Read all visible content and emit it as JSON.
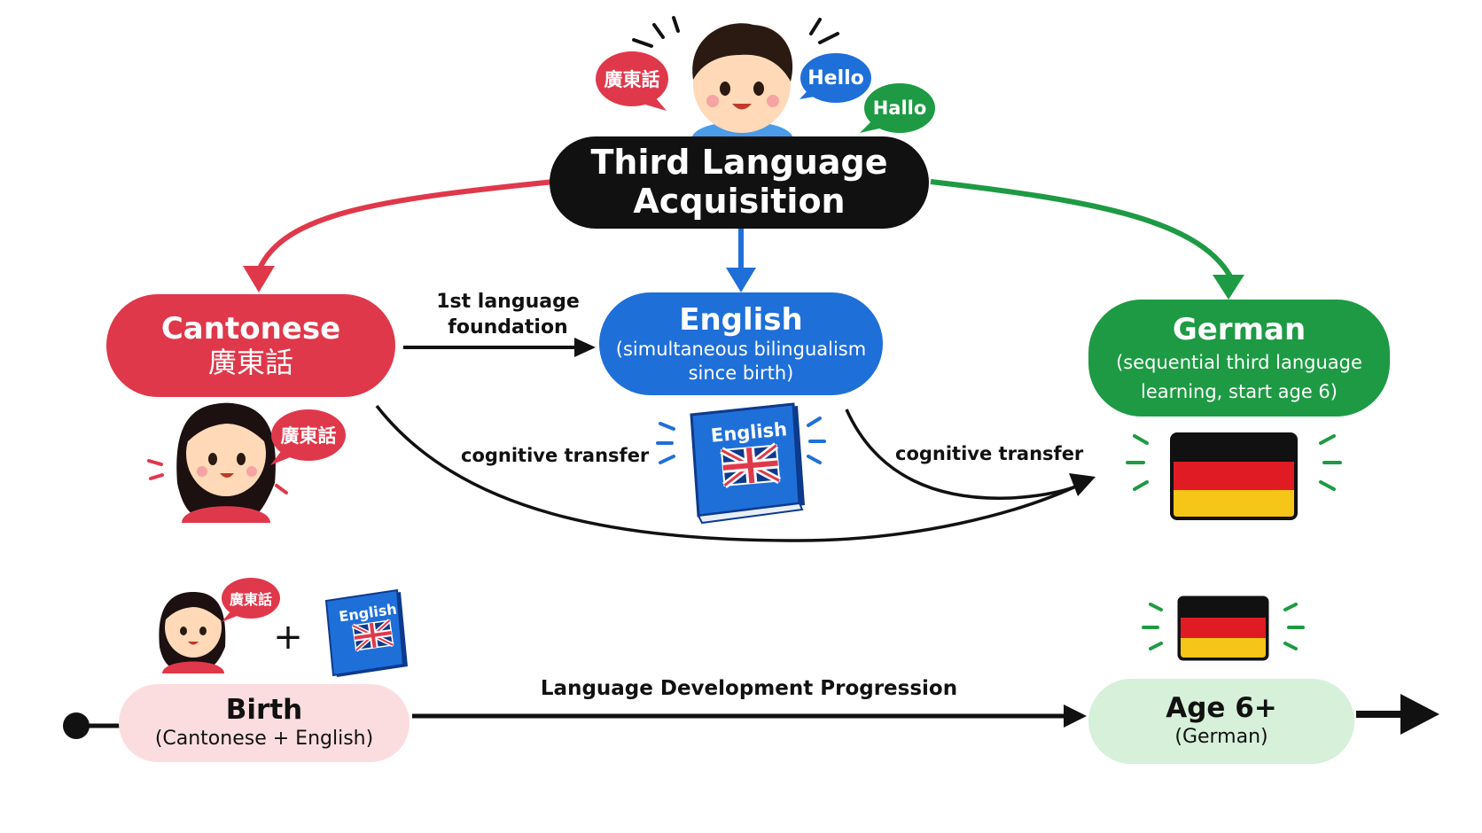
{
  "central": {
    "title_line1": "Third Language",
    "title_line2": "Acquisition"
  },
  "speech_bubbles": {
    "cantonese": "廣東話",
    "english": "Hello",
    "german": "Hallo"
  },
  "nodes": {
    "cantonese": {
      "title": "Cantonese",
      "subtitle": "廣東話",
      "color": "#e0384b"
    },
    "english": {
      "title": "English",
      "subtitle_line1": "(simultaneous bilingualism",
      "subtitle_line2": "since birth)",
      "color": "#1f6fd9"
    },
    "german": {
      "title": "German",
      "subtitle_line1": "(sequential third language",
      "subtitle_line2": "learning, start age 6)",
      "color": "#1e9a44"
    }
  },
  "edges": {
    "foundation_line1": "1st language",
    "foundation_line2": "foundation",
    "transfer_left": "cognitive transfer",
    "transfer_right": "cognitive transfer"
  },
  "book_label": "English",
  "small_book_label": "English",
  "timeline": {
    "label": "Language Development Progression",
    "plus": "+",
    "birth_title": "Birth",
    "birth_subtitle": "(Cantonese + English)",
    "age_title": "Age 6+",
    "age_subtitle": "(German)"
  },
  "colors": {
    "red": "#e0384b",
    "blue": "#1f6fd9",
    "green": "#1e9a44",
    "black": "#111111",
    "birth_bg": "#fbdde0",
    "age_bg": "#d6f0d9"
  }
}
